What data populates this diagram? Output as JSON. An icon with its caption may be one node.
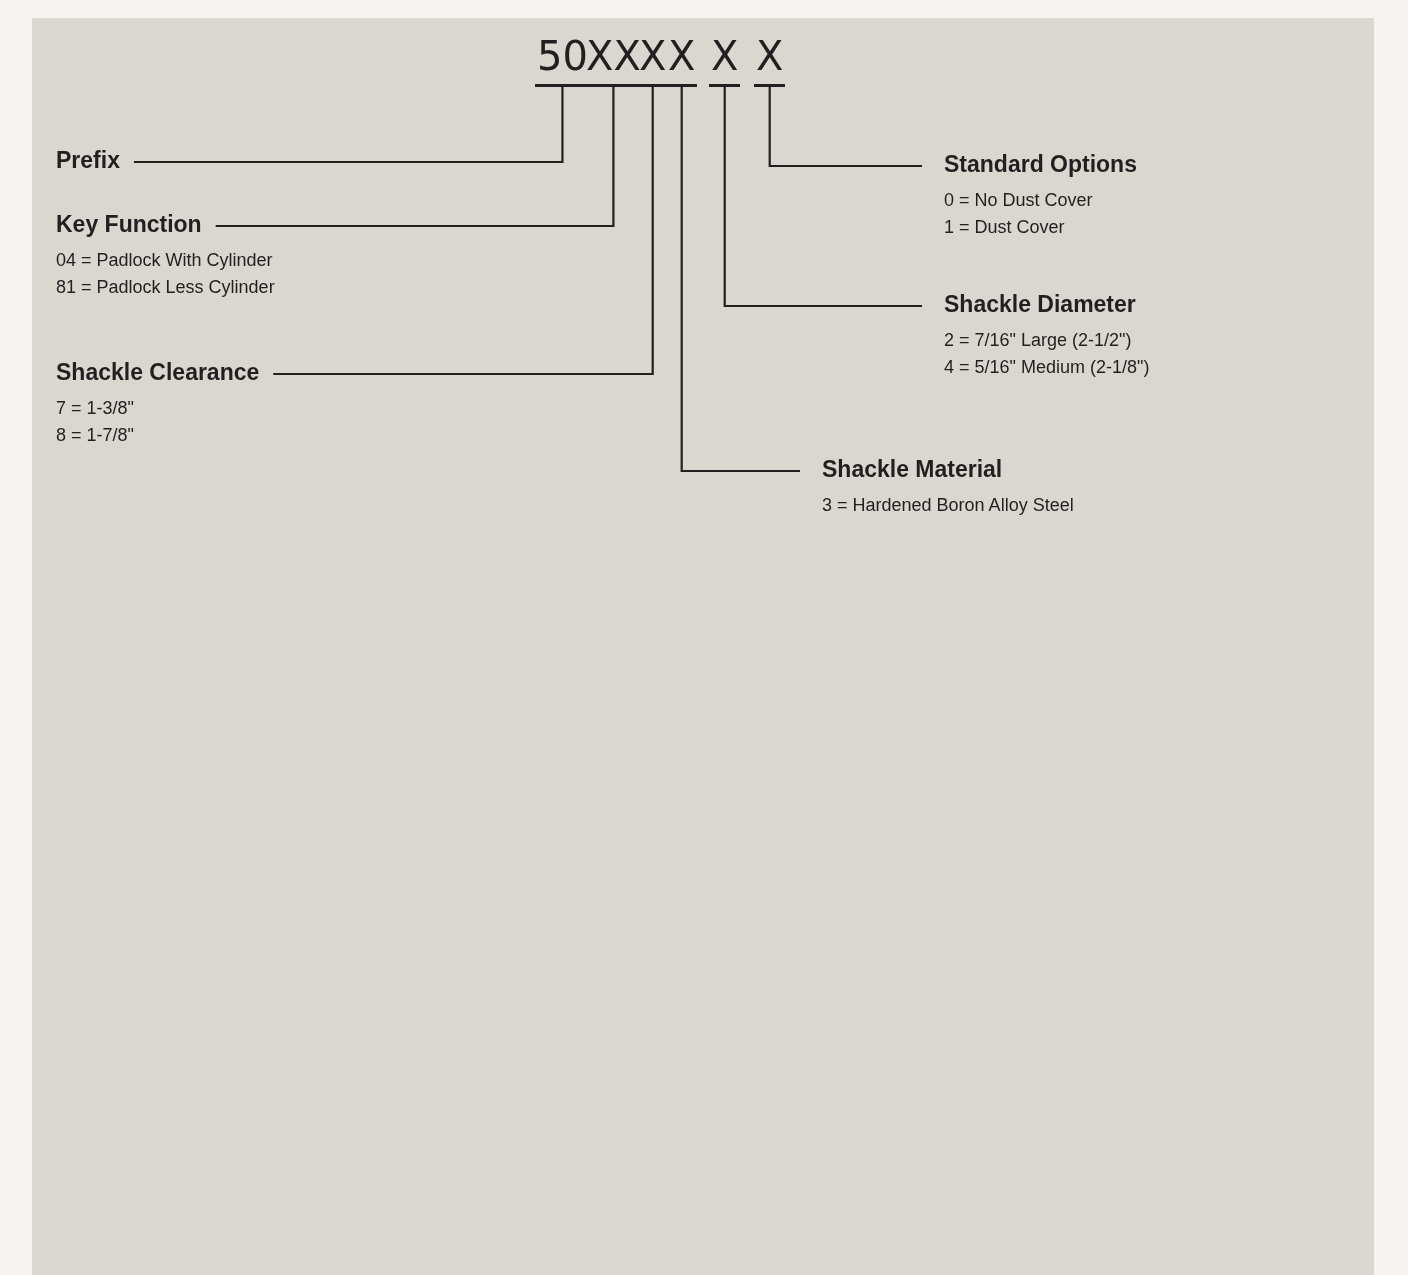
{
  "diagram": {
    "nodes": [
      {
        "text": [
          "50"
        ]
      },
      {
        "text": [
          "XX"
        ]
      },
      {
        "text": [
          "X"
        ]
      },
      {
        "text": [
          "X"
        ]
      },
      {
        "text": [
          "X"
        ]
      },
      {
        "text": [
          "X"
        ]
      },
      {
        "text": [
          "Prefix"
        ]
      },
      {
        "text": [
          "Key Function",
          "04 = Padlock With Cylinder",
          "81 = Padlock Less Cylinder"
        ]
      },
      {
        "text": [
          "Shackle Clearance",
          "7 = 1-3/8\"",
          "8 = 1-7/8\""
        ]
      },
      {
        "text": [
          "Standard Options",
          "0 = No Dust Cover",
          "1 = Dust Cover"
        ]
      },
      {
        "text": [
          "Shackle Diameter",
          "2 = 7/16\" Large (2-1/2\")",
          "4 = 5/16\" Medium (2-1/8\")"
        ]
      },
      {
        "text": [
          "Shackle Material",
          "3 = Hardened Boron Alloy Steel"
        ]
      }
    ],
    "edges": [
      {
        "from": 6,
        "to": 0,
        "arrow": "none"
      },
      {
        "from": 7,
        "to": 1,
        "arrow": "none"
      },
      {
        "from": 8,
        "to": 2,
        "arrow": "none"
      },
      {
        "from": 11,
        "to": 3,
        "arrow": "none"
      },
      {
        "from": 10,
        "to": 4,
        "arrow": "none"
      },
      {
        "from": 9,
        "to": 5,
        "arrow": "none"
      }
    ]
  }
}
